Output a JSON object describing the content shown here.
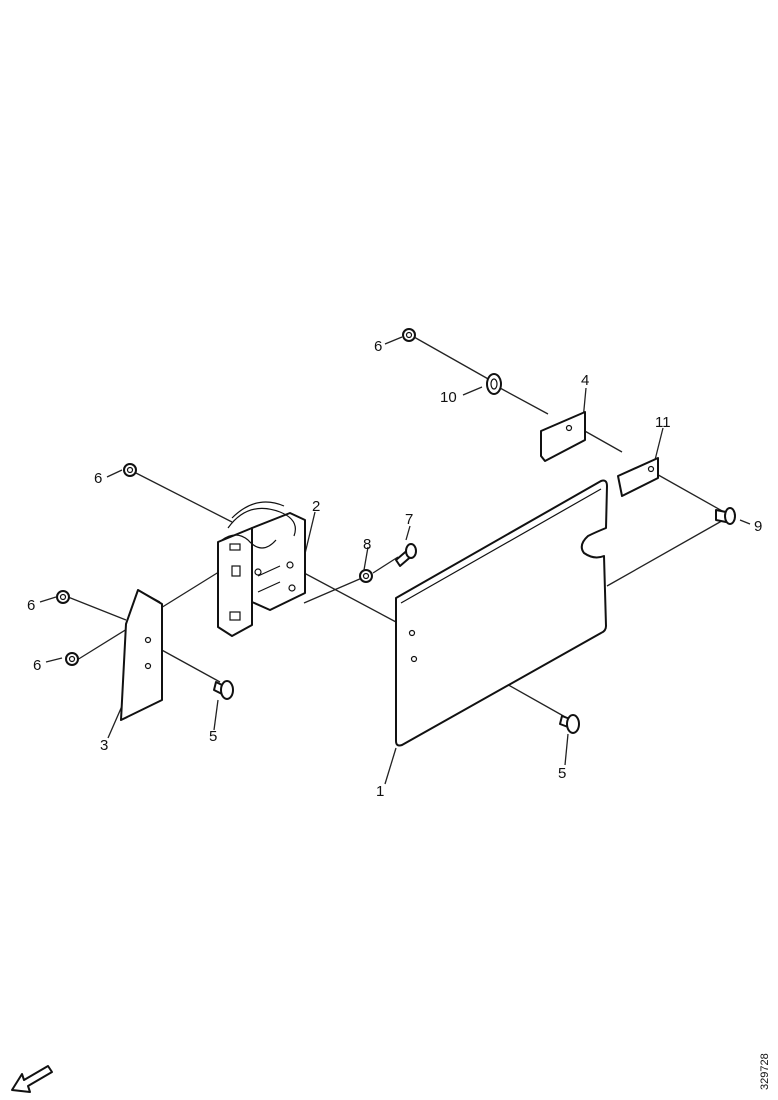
{
  "diagram": {
    "labels": {
      "l1": "1",
      "l2": "2",
      "l3": "3",
      "l4": "4",
      "l5a": "5",
      "l5b": "5",
      "l6a": "6",
      "l6b": "6",
      "l6c": "6",
      "l6d": "6",
      "l7": "7",
      "l8": "8",
      "l9": "9",
      "l10": "10",
      "l11": "11"
    },
    "drawing_code": "329728",
    "icons": {
      "direction": "arrow-icon"
    }
  }
}
